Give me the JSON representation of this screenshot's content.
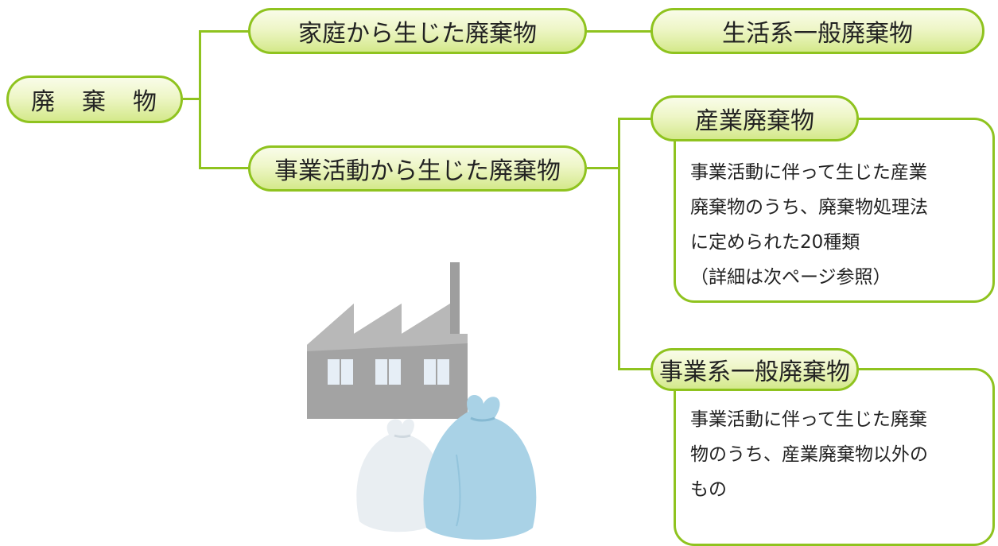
{
  "root": {
    "label": "廃　棄　物"
  },
  "household": {
    "label": "家庭から生じた廃棄物"
  },
  "municipal": {
    "label": "生活系一般廃棄物"
  },
  "business": {
    "label": "事業活動から生じた廃棄物"
  },
  "industrial": {
    "label": "産業廃棄物",
    "description": "事業活動に伴って生じた産業\n廃棄物のうち、廃棄物処理法\nに定められた20種類\n（詳細は次ページ参照）"
  },
  "business_general": {
    "label": "事業系一般廃棄物",
    "description": "事業活動に伴って生じた廃棄\n物のうち、産業廃棄物以外の\nもの"
  },
  "colors": {
    "accent": "#8fc31f",
    "pill_fill": "#eef6c7"
  },
  "illustration": {
    "icon": "factory-and-garbage-bags-icon"
  }
}
